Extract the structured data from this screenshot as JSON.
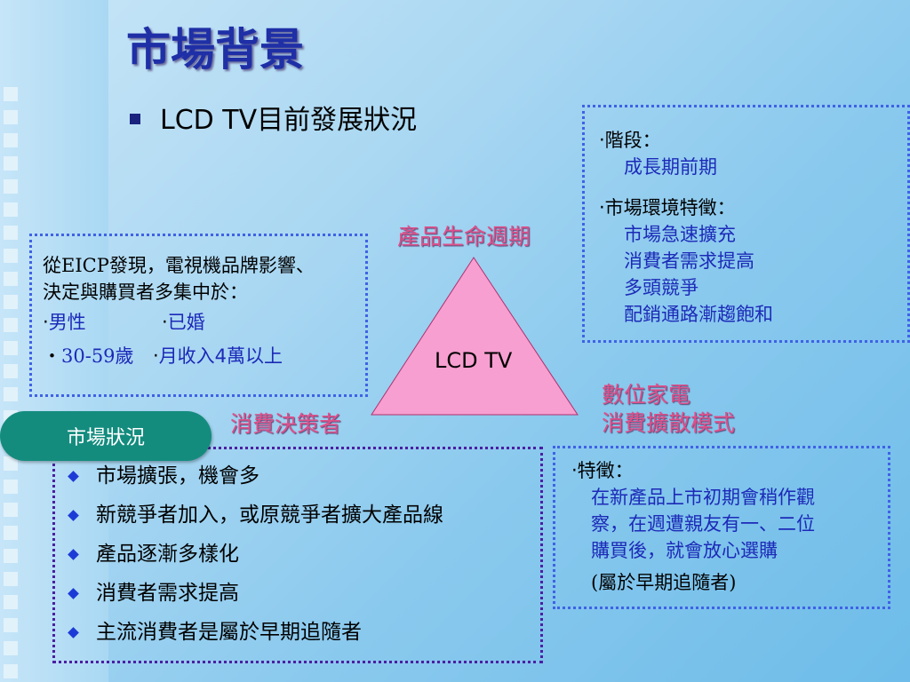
{
  "title": "市場背景",
  "subheading": "LCD TV目前發展狀況",
  "lifecycle_box": {
    "stage_label": "‧階段：",
    "stage_value": "成長期前期",
    "env_label": "‧市場環境特徵：",
    "env_items": [
      "市場急速擴充",
      "消費者需求提高",
      "多頭競爭",
      "配銷通路漸趨飽和"
    ]
  },
  "consumer_box": {
    "line1": "從EICP發現，電視機品牌影響、",
    "line2": "決定與購買者多集中於：",
    "item1_bullet": "‧",
    "item1": "男性",
    "item2_bullet": "‧",
    "item2": "已婚",
    "item3_bullet": "‧",
    "item3": "30-59歲",
    "item4_bullet": "‧",
    "item4": "月收入4萬以上"
  },
  "triangle": {
    "center_label": "LCD TV",
    "top_label": "產品生命週期",
    "left_label": "消費決策者",
    "right_label_line1": "數位家電",
    "right_label_line2": "消費擴散模式",
    "fill": "#f79fd0"
  },
  "diffusion_box": {
    "feature_label": "‧特徵：",
    "lines": [
      "在新產品上市初期會稍作觀",
      "察，在週遭親友有一、二位",
      "購買後，就會放心選購"
    ],
    "note": "(屬於早期追隨者)"
  },
  "market": {
    "pill_label": "市場狀況",
    "items": [
      "市場擴張，機會多",
      "新競爭者加入，或原競爭者擴大產品線",
      "產品逐漸多樣化",
      "消費者需求提高",
      "主流消費者是屬於早期追隨者"
    ]
  }
}
